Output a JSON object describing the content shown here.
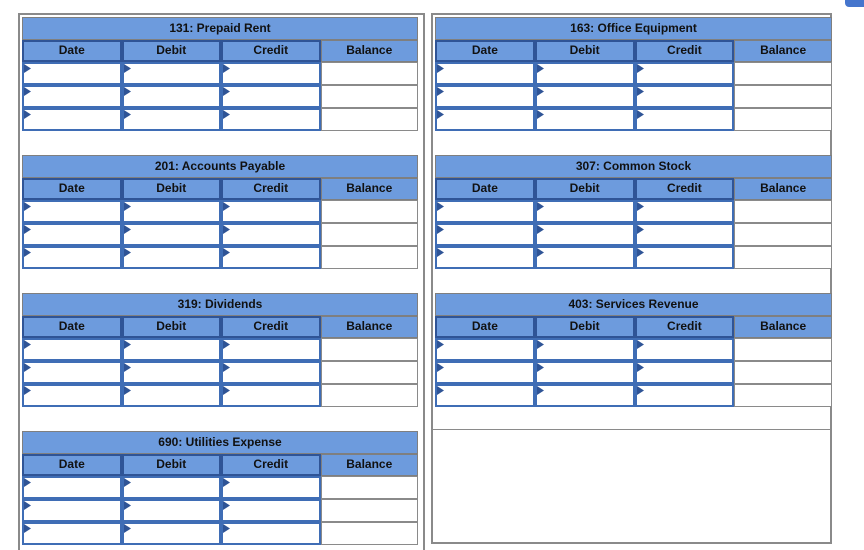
{
  "ledger": {
    "columns": [
      "Date",
      "Debit",
      "Credit",
      "Balance"
    ],
    "rows_per_account": 3,
    "editable_columns": [
      "Date",
      "Debit",
      "Credit"
    ],
    "readonly_columns": [
      "Balance"
    ],
    "left_accounts": [
      {
        "title": "131: Prepaid Rent",
        "rows": [
          [
            "",
            "",
            "",
            ""
          ],
          [
            "",
            "",
            "",
            ""
          ],
          [
            "",
            "",
            "",
            ""
          ]
        ]
      },
      {
        "title": "201: Accounts Payable",
        "rows": [
          [
            "",
            "",
            "",
            ""
          ],
          [
            "",
            "",
            "",
            ""
          ],
          [
            "",
            "",
            "",
            ""
          ]
        ]
      },
      {
        "title": "319: Dividends",
        "rows": [
          [
            "",
            "",
            "",
            ""
          ],
          [
            "",
            "",
            "",
            ""
          ],
          [
            "",
            "",
            "",
            ""
          ]
        ]
      },
      {
        "title": "690: Utilities Expense",
        "rows": [
          [
            "",
            "",
            "",
            ""
          ],
          [
            "",
            "",
            "",
            ""
          ],
          [
            "",
            "",
            "",
            ""
          ]
        ]
      }
    ],
    "right_accounts": [
      {
        "title": "163: Office Equipment",
        "rows": [
          [
            "",
            "",
            "",
            ""
          ],
          [
            "",
            "",
            "",
            ""
          ],
          [
            "",
            "",
            "",
            ""
          ]
        ]
      },
      {
        "title": "307: Common Stock",
        "rows": [
          [
            "",
            "",
            "",
            ""
          ],
          [
            "",
            "",
            "",
            ""
          ],
          [
            "",
            "",
            "",
            ""
          ]
        ]
      },
      {
        "title": "403: Services Revenue",
        "rows": [
          [
            "",
            "",
            "",
            ""
          ],
          [
            "",
            "",
            "",
            ""
          ],
          [
            "",
            "",
            "",
            ""
          ]
        ]
      }
    ]
  },
  "icons": {
    "cell_marker": "right-pointing-flag-triangle"
  },
  "colors": {
    "header_blue": "#6D9BDD",
    "input_cell_border": "#3F6DB5",
    "marker_navy": "#2F5496",
    "grid_gray": "#8A8A8A",
    "title_border_gray": "#7F7F7F",
    "text_black": "#111111",
    "button_blue": "#4575CD",
    "page_bg": "#FFFFFF"
  }
}
